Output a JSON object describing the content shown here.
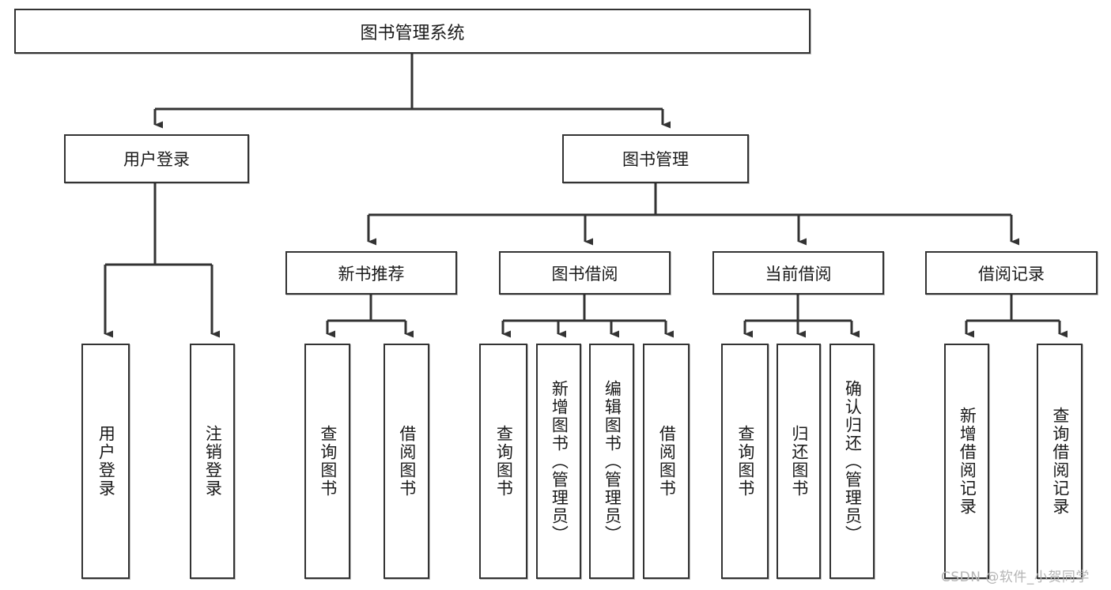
{
  "diagram": {
    "type": "tree-hierarchy",
    "root": {
      "label": "图书管理系统"
    },
    "level2": [
      {
        "label": "用户登录"
      },
      {
        "label": "图书管理"
      }
    ],
    "level3": [
      {
        "label": "新书推荐"
      },
      {
        "label": "图书借阅"
      },
      {
        "label": "当前借阅"
      },
      {
        "label": "借阅记录"
      }
    ],
    "leaves": {
      "user_login": [
        {
          "label": "用户登录"
        },
        {
          "label": "注销登录"
        }
      ],
      "new_book_recommend": [
        {
          "label": "查询图书"
        },
        {
          "label": "借阅图书"
        }
      ],
      "book_borrow": [
        {
          "label": "查询图书"
        },
        {
          "label": "新增图书（管理员）"
        },
        {
          "label": "编辑图书（管理员）"
        },
        {
          "label": "借阅图书"
        }
      ],
      "current_borrow": [
        {
          "label": "查询图书"
        },
        {
          "label": "归还图书"
        },
        {
          "label": "确认归还（管理员）"
        }
      ],
      "borrow_records": [
        {
          "label": "新增借阅记录"
        },
        {
          "label": "查询借阅记录"
        }
      ]
    }
  },
  "watermark": {
    "text": "CSDN @软件_小贺同学"
  },
  "colors": {
    "stroke": "#333333",
    "text": "#1a1a1a",
    "background": "#ffffff",
    "watermark": "#b5b5b5"
  }
}
